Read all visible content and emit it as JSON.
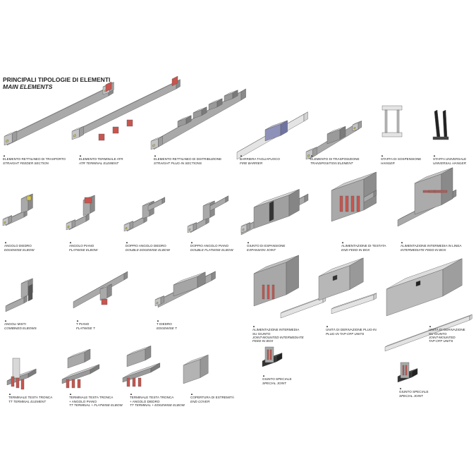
{
  "heading": {
    "line1": "PRINCIPALI TIPOLOGIE DI ELEMENTI",
    "line2": "MAIN ELEMENTS"
  },
  "marker": "▲",
  "items": [
    {
      "it": "ELEMENTO RETTILINEO DI TRASPORTO",
      "en": "STRAIGHT FEEDER SECTION"
    },
    {
      "it": "ELEMENTO TERMINALE ATR",
      "en": "ATR TERMINAL ELEMENT"
    },
    {
      "it": "ELEMENTO RETTILINEO DI DISTRIBUZIONE",
      "en": "STRAIGHT PLUG-IN SECTIONS"
    },
    {
      "it": "BARRIERA TAGLIAFUOCO",
      "en": "FIRE BARRIER"
    },
    {
      "it": "ELEMENTO DI TRASPOSIZIONE",
      "en": "TRANSPOSITION ELEMENT"
    },
    {
      "it": "STAFFA DI SOSPENSIONE",
      "en": "HANGER"
    },
    {
      "it": "STAFFA UNIVERSALE",
      "en": "UNIVERSAL HANGER"
    },
    {
      "it": "ANGOLO DIEDRO",
      "en": "EDGEWISE ELBOW"
    },
    {
      "it": "ANGOLO PIANO",
      "en": "FLATWISE ELBOW"
    },
    {
      "it": "DOPPIO ANGOLO DIEDRO",
      "en": "DOUBLE EDGEWISE ELBOW"
    },
    {
      "it": "DOPPIO ANGOLO PIANO",
      "en": "DOUBLE FLATWISE ELBOW"
    },
    {
      "it": "GIUNTO DI ESPANSIONE",
      "en": "EXPANSION JOINT"
    },
    {
      "it": "ALIMENTAZIONE DI TESTATA",
      "en": "END FEED-IN BOX"
    },
    {
      "it": "ALIMENTAZIONE INTERMEDIA IN LINEA",
      "en": "INTERMEDIATE FEED-IN BOX"
    },
    {
      "it": "ANGOLI MISTI",
      "en": "COMBINED ELBOWS"
    },
    {
      "it": "T PIANO",
      "en": "FLATWISE T"
    },
    {
      "it": "T DIEDRO",
      "en": "EDGEWISE T"
    },
    {
      "it": "ALIMENTAZIONE INTERMEDIA\nSU GIUNTO",
      "en": "JOINT-MOUNTED INTERMEDIATE\nFEED-IN BOX"
    },
    {
      "it": "UNITÀ DI DERIVAZIONE PLUG-IN",
      "en": "PLUG-IN TAP-OFF UNITS"
    },
    {
      "it": "UNITÀ DI DERIVAZIONE\nSU GIUNTO",
      "en": "JOINT-MOUNTED\nTAP-OFF UNITS"
    },
    {
      "it": "TERMINALE TESTA TRONCA",
      "en": "TT TERMINAL ELEMENT"
    },
    {
      "it": "TERMINALE TESTA TRONCA\n+ ANGOLO PIANO",
      "en": "TT TERMINAL + FLATWISE ELBOW"
    },
    {
      "it": "TERMINALE TESTA TRONCA\n+ ANGOLO DIEDRO",
      "en": "TT TERMINAL + EDGEWISE ELBOW"
    },
    {
      "it": "COPERTURA DI ESTREMITÀ",
      "en": "END COVER"
    },
    {
      "it": "GIUNTO SPECIALE",
      "en": "SPECIAL JOINT"
    },
    {
      "it": "GIUNTO SPECIALE",
      "en": "SPECIAL JOINT"
    }
  ]
}
